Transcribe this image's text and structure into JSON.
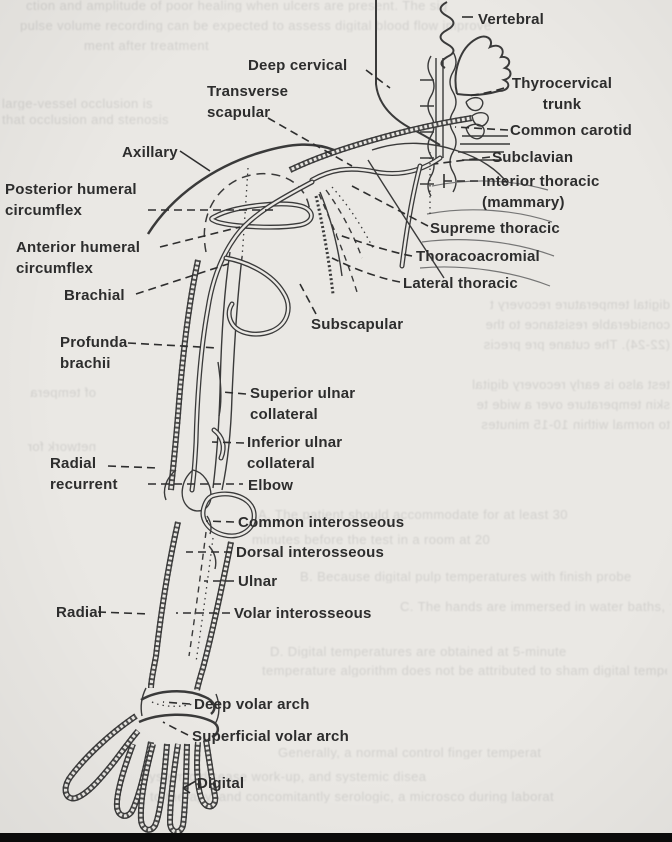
{
  "figure": {
    "description": "Arterial anatomy of the upper extremity (line diagram, scanned book page)",
    "labels": [
      {
        "id": "vertebral",
        "text": "Vertebral"
      },
      {
        "id": "deep-cervical",
        "text": "Deep cervical"
      },
      {
        "id": "transverse-scapular",
        "text": "Transverse\nscapular"
      },
      {
        "id": "thyrocervical-trunk",
        "text": "Thyrocervical\ntrunk"
      },
      {
        "id": "common-carotid",
        "text": "Common carotid"
      },
      {
        "id": "axillary",
        "text": "Axillary"
      },
      {
        "id": "subclavian",
        "text": "Subclavian"
      },
      {
        "id": "interior-thoracic",
        "text": "Interior thoracic\n(mammary)"
      },
      {
        "id": "posterior-humeral-circumflex",
        "text": "Posterior humeral\ncircumflex"
      },
      {
        "id": "supreme-thoracic",
        "text": "Supreme thoracic"
      },
      {
        "id": "anterior-humeral-circumflex",
        "text": "Anterior humeral\ncircumflex"
      },
      {
        "id": "thoracoacromial",
        "text": "Thoracoacromial"
      },
      {
        "id": "lateral-thoracic",
        "text": "Lateral thoracic"
      },
      {
        "id": "brachial",
        "text": "Brachial"
      },
      {
        "id": "subscapular",
        "text": "Subscapular"
      },
      {
        "id": "profunda-brachii",
        "text": "Profunda\nbrachii"
      },
      {
        "id": "superior-ulnar-collateral",
        "text": "Superior ulnar\ncollateral"
      },
      {
        "id": "inferior-ulnar-collateral",
        "text": "Inferior ulnar\ncollateral"
      },
      {
        "id": "radial-recurrent",
        "text": "Radial\nrecurrent"
      },
      {
        "id": "elbow",
        "text": "Elbow"
      },
      {
        "id": "common-interosseous",
        "text": "Common interosseous"
      },
      {
        "id": "dorsal-interosseous",
        "text": "Dorsal interosseous"
      },
      {
        "id": "ulnar",
        "text": "Ulnar"
      },
      {
        "id": "radial",
        "text": "Radial"
      },
      {
        "id": "volar-interosseous",
        "text": "Volar interosseous"
      },
      {
        "id": "deep-volar-arch",
        "text": "Deep volar arch"
      },
      {
        "id": "superficial-volar-arch",
        "text": "Superficial volar arch"
      },
      {
        "id": "digital",
        "text": "Digital"
      }
    ]
  },
  "ghost_text": {
    "note": "Faint bleed-through / faded body text of the scanned page, mostly illegible",
    "lines": [
      {
        "t": "ction and amplitude of poor healing when ulcers are present. The sig"
      },
      {
        "t": "pulse volume recording can be expected to assess digital blood flow improve"
      },
      {
        "t": "ment after treatment"
      },
      {
        "t": "large-vessel occlusion is"
      },
      {
        "t": "that occlusion and stenosis"
      },
      {
        "t": "digital temperature recovery t"
      },
      {
        "t": "considerable resistance to the"
      },
      {
        "t": "(22-24). The cutane pre precis"
      },
      {
        "t": "test also is early recovery digital"
      },
      {
        "t": "skin temperature over a wide te"
      },
      {
        "t": "to normal within 10-15 minutes"
      },
      {
        "t": "A. The patient should accommodate for at least 30"
      },
      {
        "t": "minutes before the test in a room at 20"
      },
      {
        "t": "B. Because digital pulp temperatures with finish probe"
      },
      {
        "t": "C. The hands are immersed in water baths, towels removed, a"
      },
      {
        "t": "D. Digital temperatures are obtained at 5-minute"
      },
      {
        "t": "temperature algorithm does not be attributed to sham digital temperat"
      },
      {
        "t": "Generally, a normal control finger temperat"
      },
      {
        "t": "Systemic disease work-up, and systemic disea"
      },
      {
        "t": "to therapy, and concomitantly serologic, a microsco during laborat"
      },
      {
        "t": "of tempera"
      },
      {
        "t": "network for"
      }
    ]
  },
  "colors": {
    "paper": "#eae8e4",
    "ink": "#3a3a3a",
    "label_ink": "#2d2d2d",
    "ghost_text": "#8f8f8f",
    "bottom_bar": "#0b0b0b"
  }
}
